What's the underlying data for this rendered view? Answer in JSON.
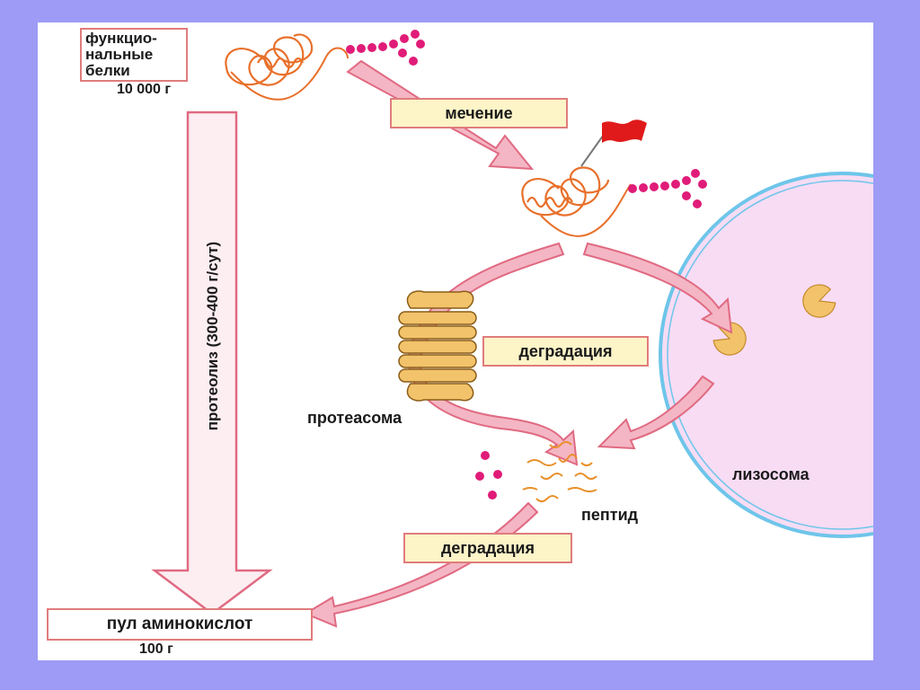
{
  "labels": {
    "functional_proteins": "функцио-\nнальные\nбелки",
    "functional_mass": "10 000 г",
    "labeling": "мечение",
    "proteolysis": "протеолиз (300-400 г/сут)",
    "degradation_top": "деградация",
    "proteasome": "протеасома",
    "lysosome": "лизосома",
    "peptide": "пептид",
    "degradation_bottom": "деградация",
    "amino_acid_pool": "пул аминокислот",
    "pool_mass": "100 г"
  },
  "colors": {
    "background": "#9d9bf5",
    "arrow_fill": "#f4b6c4",
    "arrow_stroke": "#e06a82",
    "box_fill": "#fdf4c8",
    "protein_coil": "#e8702a",
    "sugar_dots": "#e01c78",
    "flag": "#e01a1a",
    "proteasome_fill": "#f2c36b",
    "lysosome_fill": "#f7dcf4",
    "lysosome_rim": "#6ec5ea"
  }
}
